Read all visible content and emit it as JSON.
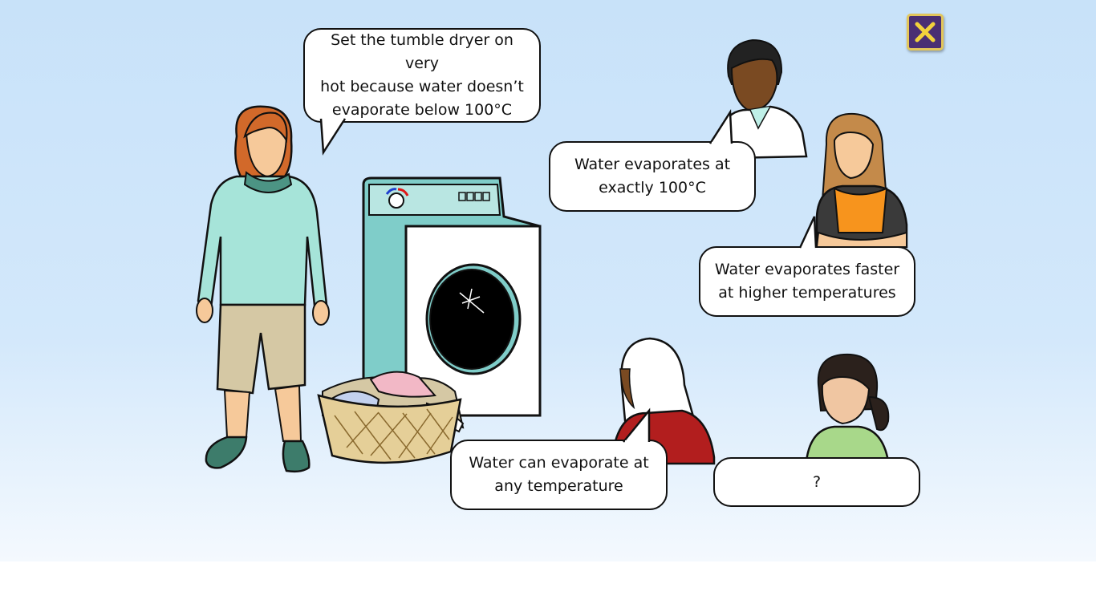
{
  "close_button": {
    "icon": "close-icon",
    "color": "#4a2f73",
    "border_color": "#e3c65a",
    "x_color": "#f2d23c"
  },
  "bubbles": {
    "woman": [
      "Set the tumble dryer on very",
      "hot because water doesn’t",
      "evaporate below 100°C"
    ],
    "boy": [
      "Water evaporates at",
      "exactly 100°C"
    ],
    "girl_orange": [
      "Water evaporates faster",
      "at higher temperatures"
    ],
    "girl_hijab": [
      "Water can evaporate at",
      "any temperature"
    ],
    "girl_ponytail": [
      "?"
    ]
  },
  "colors": {
    "sky_top": "#c8e2f9",
    "sky_bottom": "#f4f9fe",
    "bubble_fill": "#ffffff",
    "outline": "#111111"
  }
}
